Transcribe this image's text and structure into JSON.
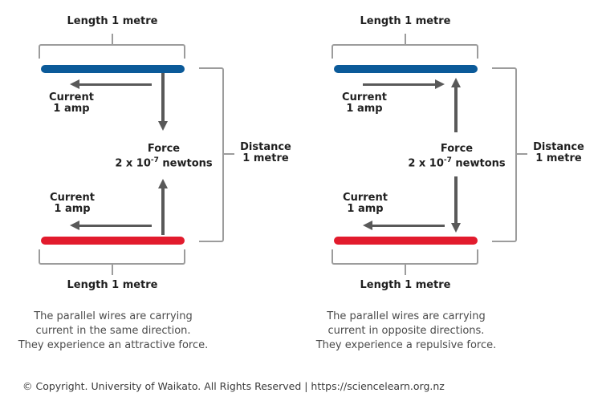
{
  "colors": {
    "wire_top": "#0b5a99",
    "wire_bottom": "#e21b2d",
    "arrow": "#595959",
    "bracket": "#9c9c9c"
  },
  "diagram_left": {
    "length_top": "Length 1 metre",
    "current_top_line1": "Current",
    "current_top_line2": "1 amp",
    "current_top_arrow": "left-arrow-icon",
    "force_line1": "Force",
    "force_value_prefix": "2 x 10",
    "force_value_exponent": "-7",
    "force_value_suffix": " newtons",
    "force_top_arrow": "down-arrow-icon",
    "force_bottom_arrow": "up-arrow-icon",
    "current_bottom_line1": "Current",
    "current_bottom_line2": "1 amp",
    "current_bottom_arrow": "left-arrow-icon",
    "length_bottom": "Length 1 metre",
    "distance_line1": "Distance",
    "distance_line2": "1 metre",
    "caption_line1": "The parallel wires are carrying",
    "caption_line2": "current in the same direction.",
    "caption_line3": "They experience an attractive force."
  },
  "diagram_right": {
    "length_top": "Length 1 metre",
    "current_top_line1": "Current",
    "current_top_line2": "1 amp",
    "current_top_arrow": "right-arrow-icon",
    "force_line1": "Force",
    "force_value_prefix": "2 x 10",
    "force_value_exponent": "-7",
    "force_value_suffix": " newtons",
    "force_top_arrow": "up-arrow-icon",
    "force_bottom_arrow": "down-arrow-icon",
    "current_bottom_line1": "Current",
    "current_bottom_line2": "1 amp",
    "current_bottom_arrow": "left-arrow-icon",
    "length_bottom": "Length 1 metre",
    "distance_line1": "Distance",
    "distance_line2": "1 metre",
    "caption_line1": "The parallel wires are carrying",
    "caption_line2": "current in opposite directions.",
    "caption_line3": "They experience a repulsive force."
  },
  "footer": {
    "copyright": "© Copyright. University of Waikato. All Rights Reserved | https://sciencelearn.org.nz"
  }
}
